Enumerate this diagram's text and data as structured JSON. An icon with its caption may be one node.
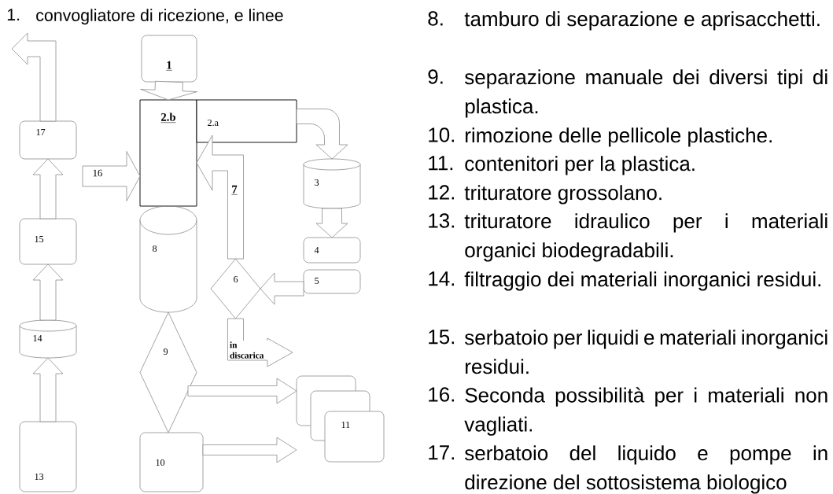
{
  "diagram": {
    "nodes": [
      {
        "text": [
          "1"
        ]
      },
      {
        "text": [
          "2.b"
        ]
      },
      {
        "text": [
          "2.a"
        ]
      },
      {
        "text": [
          "3"
        ]
      },
      {
        "text": [
          "4"
        ]
      },
      {
        "text": [
          "5"
        ]
      },
      {
        "text": [
          "6"
        ]
      },
      {
        "text": [
          "8"
        ]
      },
      {
        "text": [
          "9"
        ]
      },
      {
        "text": [
          "10"
        ]
      },
      {
        "text": [
          "11"
        ]
      },
      {
        "text": [
          "13"
        ]
      },
      {
        "text": [
          "14"
        ]
      },
      {
        "text": [
          "15"
        ]
      },
      {
        "text": [
          "17"
        ]
      }
    ],
    "edges": [
      {
        "from": 0,
        "to": 1,
        "arrow": "to"
      },
      {
        "from": 2,
        "to": 3,
        "arrow": "to"
      },
      {
        "from": 3,
        "to": 4,
        "arrow": "to"
      },
      {
        "from": 5,
        "to": 6,
        "arrow": "to"
      },
      {
        "from": 6,
        "to": 1,
        "arrow": "to",
        "label": "7"
      },
      {
        "from": 6,
        "to": null,
        "arrow": "to",
        "label": "in discarica"
      },
      {
        "from": 8,
        "to": 10,
        "arrow": "to"
      },
      {
        "from": 9,
        "to": 10,
        "arrow": "to"
      },
      {
        "from": 11,
        "to": 12,
        "arrow": "to"
      },
      {
        "from": 12,
        "to": 13,
        "arrow": "to"
      },
      {
        "from": 13,
        "to": 14,
        "arrow": "to"
      },
      {
        "from": 14,
        "to": null,
        "arrow": "to"
      },
      {
        "from": null,
        "to": 1,
        "arrow": "to",
        "label": "16"
      }
    ],
    "labels": [
      "1.",
      "convogliatore di ricezione, e linee",
      "8.",
      "tamburo di separazione e aprisacchetti.",
      "9.",
      "separazione manuale dei diversi tipi di plastica.",
      "10.",
      "rimozione delle pellicole plastiche.",
      "11.",
      "contenitori per la plastica.",
      "12.",
      "trituratore grossolano.",
      "13.",
      "trituratore idraulico per i materiali organici biodegradabili.",
      "14.",
      "filtraggio dei materiali inorganici residui.",
      "15.",
      "serbatoio per liquidi e materiali inorganici residui.",
      "16.",
      "Seconda possibilità per i materiali non vagliati.",
      "17.",
      "serbatoio del liquido e pompe in direzione del sottosistema biologico"
    ]
  }
}
